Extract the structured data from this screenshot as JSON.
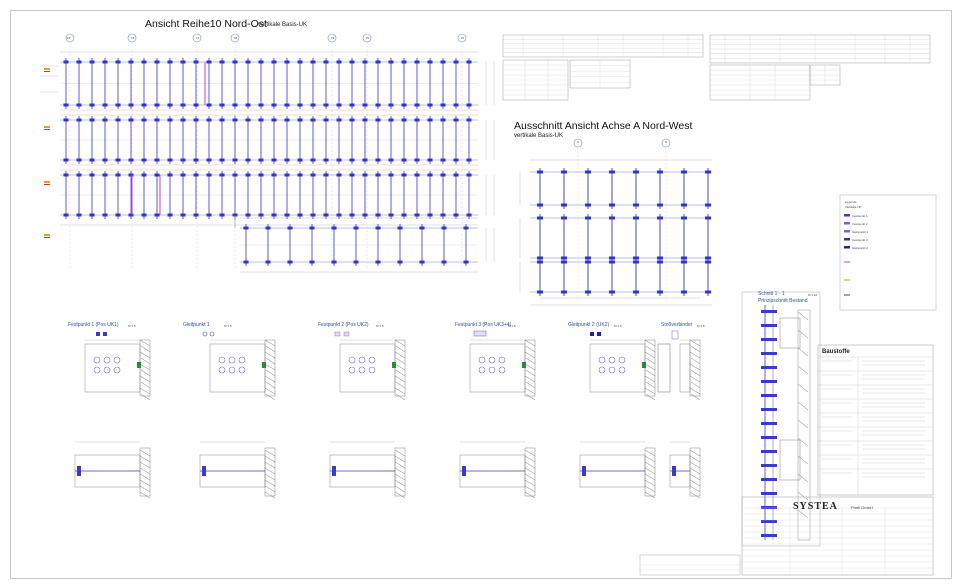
{
  "titles": {
    "view_main": "Ansicht  Reihe10 Nord-Ost",
    "view_main_sub": "vertikale Basis-UK",
    "view_cut": "Ausschnitt Ansicht  Achse A Nord-West",
    "view_cut_sub": "vertikale Basis-UK",
    "section": "Schnitt 1 - 1",
    "section_sub": "Prinzipschnitt Bestand",
    "section_scale": "M 1:10",
    "materials": "Baustoffe",
    "legend": "Legende",
    "legend_sub": "Vertikale UK"
  },
  "axis_labels": {
    "main": [
      "15",
      "16",
      "17",
      "18",
      "19",
      "20",
      "21"
    ],
    "cut": [
      "C",
      "D"
    ]
  },
  "details": [
    {
      "title": "Festpunkt 1 (Pos UK1)",
      "scale": "M 1:5"
    },
    {
      "title": "Gleitpunkt 1",
      "scale": "M 1:5"
    },
    {
      "title": "Festpunkt 2 (Pos UK2)",
      "scale": "M 1:5"
    },
    {
      "title": "Festpunkt 3 (Pos UK3+4)",
      "scale": "M 1:5"
    },
    {
      "title": "Gleitpunkt 2 (UK2)",
      "scale": "M 1:5"
    },
    {
      "title": "Stoßverbinder",
      "scale": "M 1:5"
    }
  ],
  "legend_items": [
    {
      "label": "Festpunkt 1",
      "color": "#3a3ad0"
    },
    {
      "label": "Festpunkt 2",
      "color": "#9b4fd6"
    },
    {
      "label": "Gleitpunkt 1",
      "color": "#6a6adf"
    },
    {
      "label": "Festpunkt 3",
      "color": "#3030a0"
    },
    {
      "label": "Gleitpunkt 2",
      "color": "#2020b0"
    }
  ],
  "titleblock": {
    "company": "SYSTEA",
    "company_suffix": "Profil GmbH"
  },
  "colors": {
    "frame": "#c8c8c8",
    "line": "#3333cc",
    "accent": "#d23ad2",
    "hatch": "#555555"
  }
}
